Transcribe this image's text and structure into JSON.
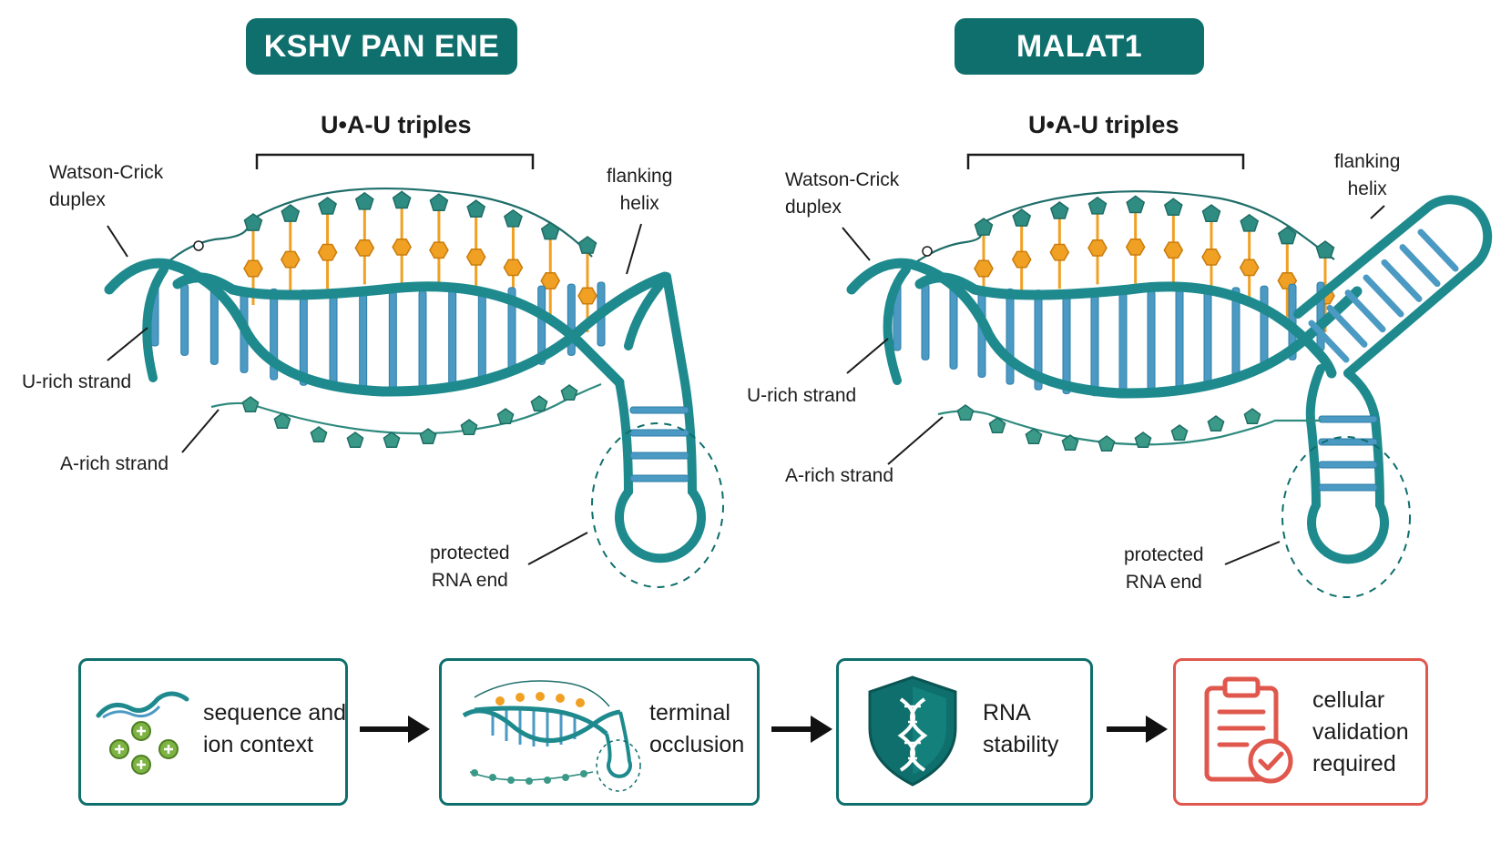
{
  "panels": [
    {
      "title": "KSHV PAN ENE",
      "triples_label": "U•A-U triples",
      "watson_crick": [
        "Watson-Crick",
        "duplex"
      ],
      "flanking": [
        "flanking",
        "helix"
      ],
      "u_rich": "U-rich strand",
      "a_rich": "A-rich strand",
      "protected": [
        "protected",
        "RNA end"
      ]
    },
    {
      "title": "MALAT1",
      "triples_label": "U•A-U triples",
      "watson_crick": [
        "Watson-Crick",
        "duplex"
      ],
      "flanking": [
        "flanking",
        "helix"
      ],
      "u_rich": "U-rich strand",
      "a_rich": "A-rich strand",
      "protected": [
        "protected",
        "RNA end"
      ]
    }
  ],
  "flow": [
    {
      "lines": [
        "sequence and",
        "ion context"
      ],
      "icon": "rna-ions-icon"
    },
    {
      "lines": [
        "terminal",
        "occlusion"
      ],
      "icon": "triple-helix-icon"
    },
    {
      "lines": [
        "RNA",
        "stability"
      ],
      "icon": "dna-shield-icon"
    },
    {
      "lines": [
        "cellular",
        "validation",
        "required"
      ],
      "icon": "clipboard-check-icon"
    }
  ],
  "colors": {
    "teal_dark": "#0e6f6c",
    "teal_strand": "#1e8a8e",
    "rung_blue": "#4b9ac4",
    "triple_orange": "#f0a023",
    "bead_green": "#3a9a87",
    "alert_red": "#e0584d",
    "ion_green": "#7cb342"
  }
}
